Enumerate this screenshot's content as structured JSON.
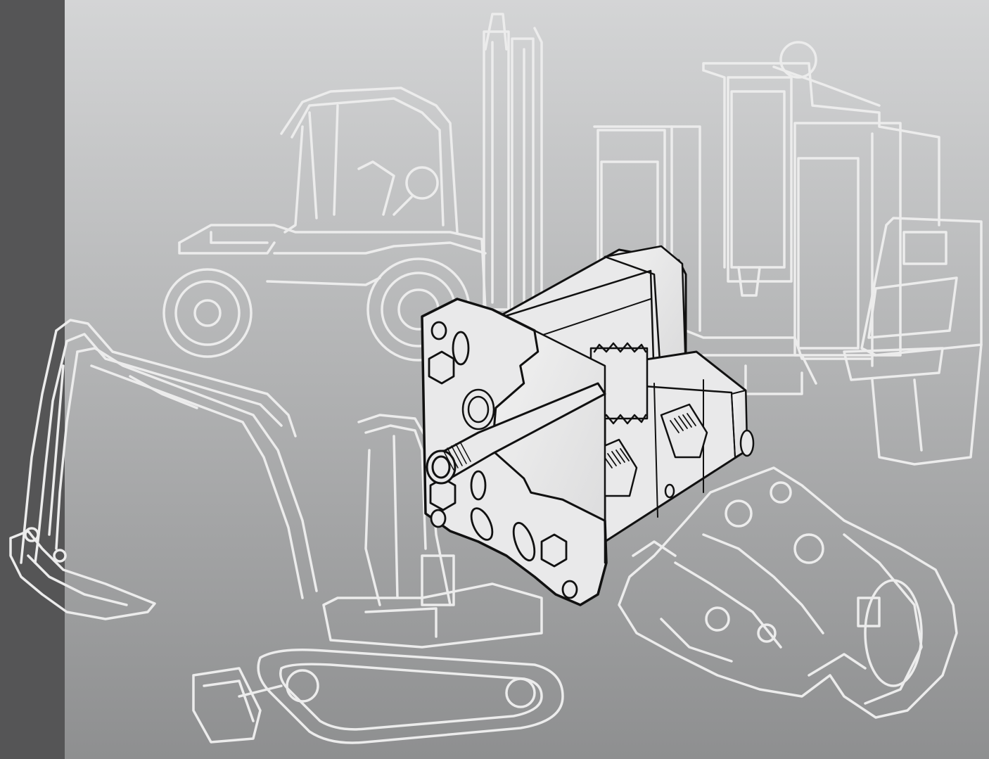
{
  "theme": {
    "sidebar_color": "#555556",
    "backdrop_top_color": "#d4d5d6",
    "backdrop_bottom_color": "#8e8f90",
    "outline_color": "#ececec",
    "pump_fill_color": "#e9e9ea",
    "pump_stroke_color": "#111111"
  },
  "illustration": {
    "icons": [
      "forklift-outline",
      "machining-center-outline",
      "mini-excavator-outline",
      "engine-outline",
      "gear-pump-cutaway"
    ]
  }
}
